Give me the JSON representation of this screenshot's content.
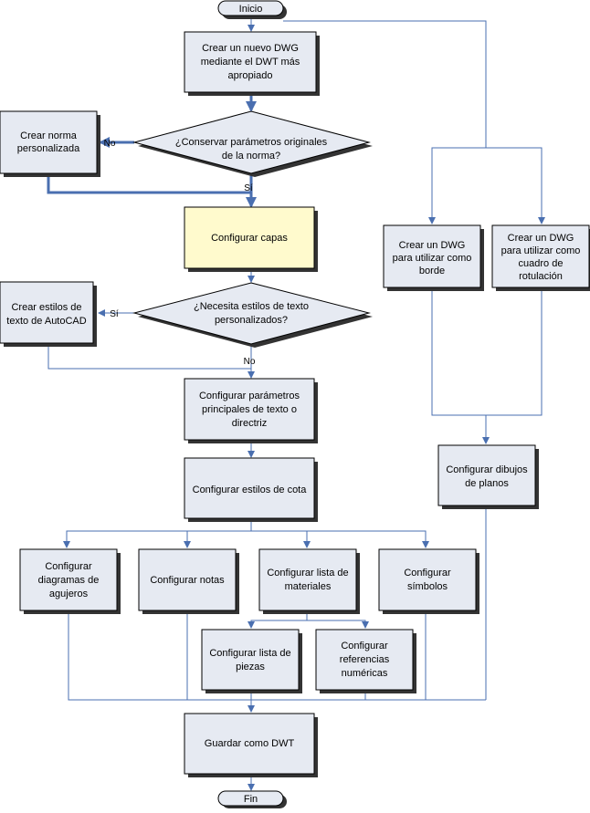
{
  "nodes": {
    "inicio": "Inicio",
    "fin": "Fin",
    "crear_dwg": [
      "Crear un nuevo DWG",
      "mediante el DWT más",
      "apropiado"
    ],
    "conservar": [
      "¿Conservar parámetros originales",
      "de la norma?"
    ],
    "crear_norma": [
      "Crear norma",
      "personalizada"
    ],
    "configurar_capas": [
      "Configurar capas"
    ],
    "necesita_estilos": [
      "¿Necesita estilos de texto",
      "personalizados?"
    ],
    "crear_estilos": [
      "Crear estilos de",
      "texto de AutoCAD"
    ],
    "config_parametros": [
      "Configurar parámetros",
      "principales de texto o",
      "directriz"
    ],
    "config_cota": [
      "Configurar estilos de cota"
    ],
    "config_agujeros": [
      "Configurar",
      "diagramas de",
      "agujeros"
    ],
    "config_notas": [
      "Configurar notas"
    ],
    "config_materiales": [
      "Configurar lista de",
      "materiales"
    ],
    "config_simbolos": [
      "Configurar",
      "símbolos"
    ],
    "config_piezas": [
      "Configurar lista de",
      "piezas"
    ],
    "config_referencias": [
      "Configurar",
      "referencias",
      "numéricas"
    ],
    "guardar": [
      "Guardar como DWT"
    ],
    "crear_borde": [
      "Crear un DWG",
      "para utilizar como",
      "borde"
    ],
    "crear_cuadro": [
      "Crear un DWG",
      "para utilizar como",
      "cuadro de",
      "rotulación"
    ],
    "config_planos": [
      "Configurar dibujos",
      "de planos"
    ]
  },
  "edge_labels": {
    "no_1": "No",
    "si_1": "Sí",
    "si_2": "Sí",
    "no_2": "No"
  },
  "colors": {
    "box_fill": "#e6eaf2",
    "highlight_fill": "#fffacd",
    "connector": "#4a6fb0",
    "shadow": "#333333"
  }
}
